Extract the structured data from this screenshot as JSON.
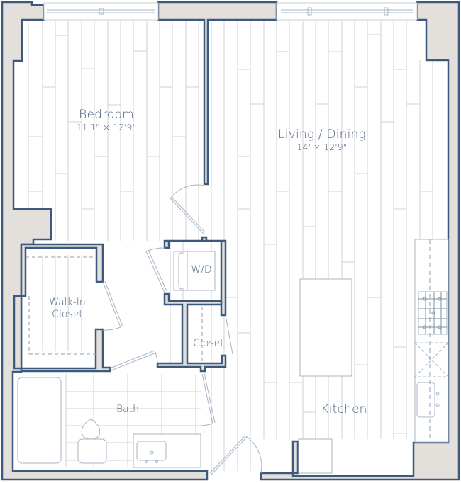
{
  "floorplan": {
    "colors": {
      "wall_stroke": "#3d5a7e",
      "wall_fill": "#e3dfdb",
      "floor_line": "#c9ccd1",
      "fixture_line": "#a7b4c5",
      "text": "#4a6180"
    },
    "rooms": [
      {
        "id": "bedroom",
        "name": "Bedroom",
        "dimensions": "11'1\" × 12'9\""
      },
      {
        "id": "living-dining",
        "name": "Living / Dining",
        "dimensions": "14' × 12'9\""
      },
      {
        "id": "walk-in-closet",
        "name_line1": "Walk-In",
        "name_line2": "Closet"
      },
      {
        "id": "wd",
        "name": "W/D"
      },
      {
        "id": "closet",
        "name": "Closet"
      },
      {
        "id": "bath",
        "name": "Bath"
      },
      {
        "id": "kitchen",
        "name": "Kitchen"
      }
    ],
    "fixtures": [
      "bathtub-icon",
      "toilet-icon",
      "bath-sink-icon",
      "washer-dryer-icon",
      "kitchen-island",
      "cooktop-icon",
      "dishwasher-icon",
      "kitchen-sink-icon",
      "refrigerator-icon",
      "windows"
    ]
  }
}
